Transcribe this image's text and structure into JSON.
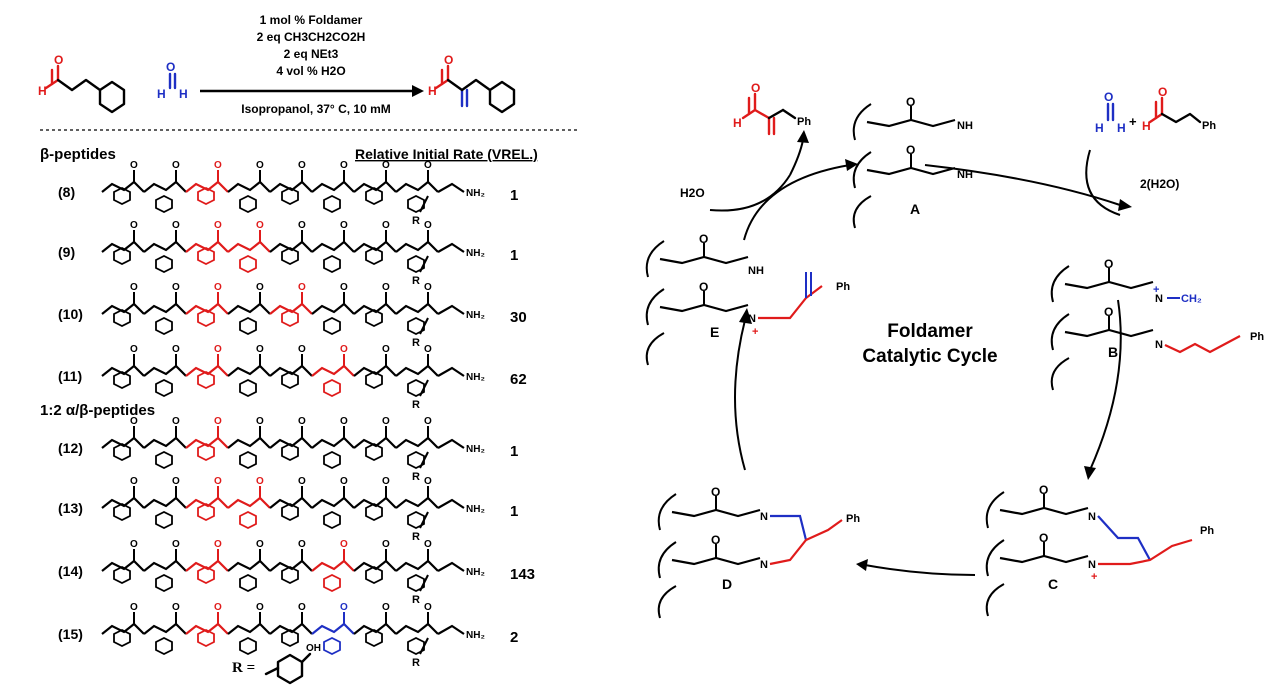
{
  "colors": {
    "red": "#e01b1b",
    "blue": "#1e2fc4",
    "black": "#000000"
  },
  "reaction": {
    "conditions": [
      "1 mol % Foldamer",
      "2 eq CH3CH2CO2H",
      "2 eq NEt3",
      "4 vol % H2O",
      "Isopropanol, 37° C, 10 mM"
    ]
  },
  "table": {
    "section_beta": "β-peptides",
    "section_alpha_beta": "1:2 α/β-peptides",
    "header": "Relative Initial Rate (VREL.)",
    "rows": [
      {
        "id": "(8)",
        "rate": "1"
      },
      {
        "id": "(9)",
        "rate": "1"
      },
      {
        "id": "(10)",
        "rate": "30"
      },
      {
        "id": "(11)",
        "rate": "62"
      },
      {
        "id": "(12)",
        "rate": "1"
      },
      {
        "id": "(13)",
        "rate": "1"
      },
      {
        "id": "(14)",
        "rate": "143"
      },
      {
        "id": "(15)",
        "rate": "2"
      }
    ],
    "r_group_label": "R ="
  },
  "cycle": {
    "title_line1": "Foldamer",
    "title_line2": "Catalytic Cycle",
    "intermediates": [
      "A",
      "B",
      "C",
      "D",
      "E"
    ],
    "h2o_in": "H2O",
    "h2o_out": "2(H2O)",
    "ph": "Ph",
    "plus": "+"
  }
}
